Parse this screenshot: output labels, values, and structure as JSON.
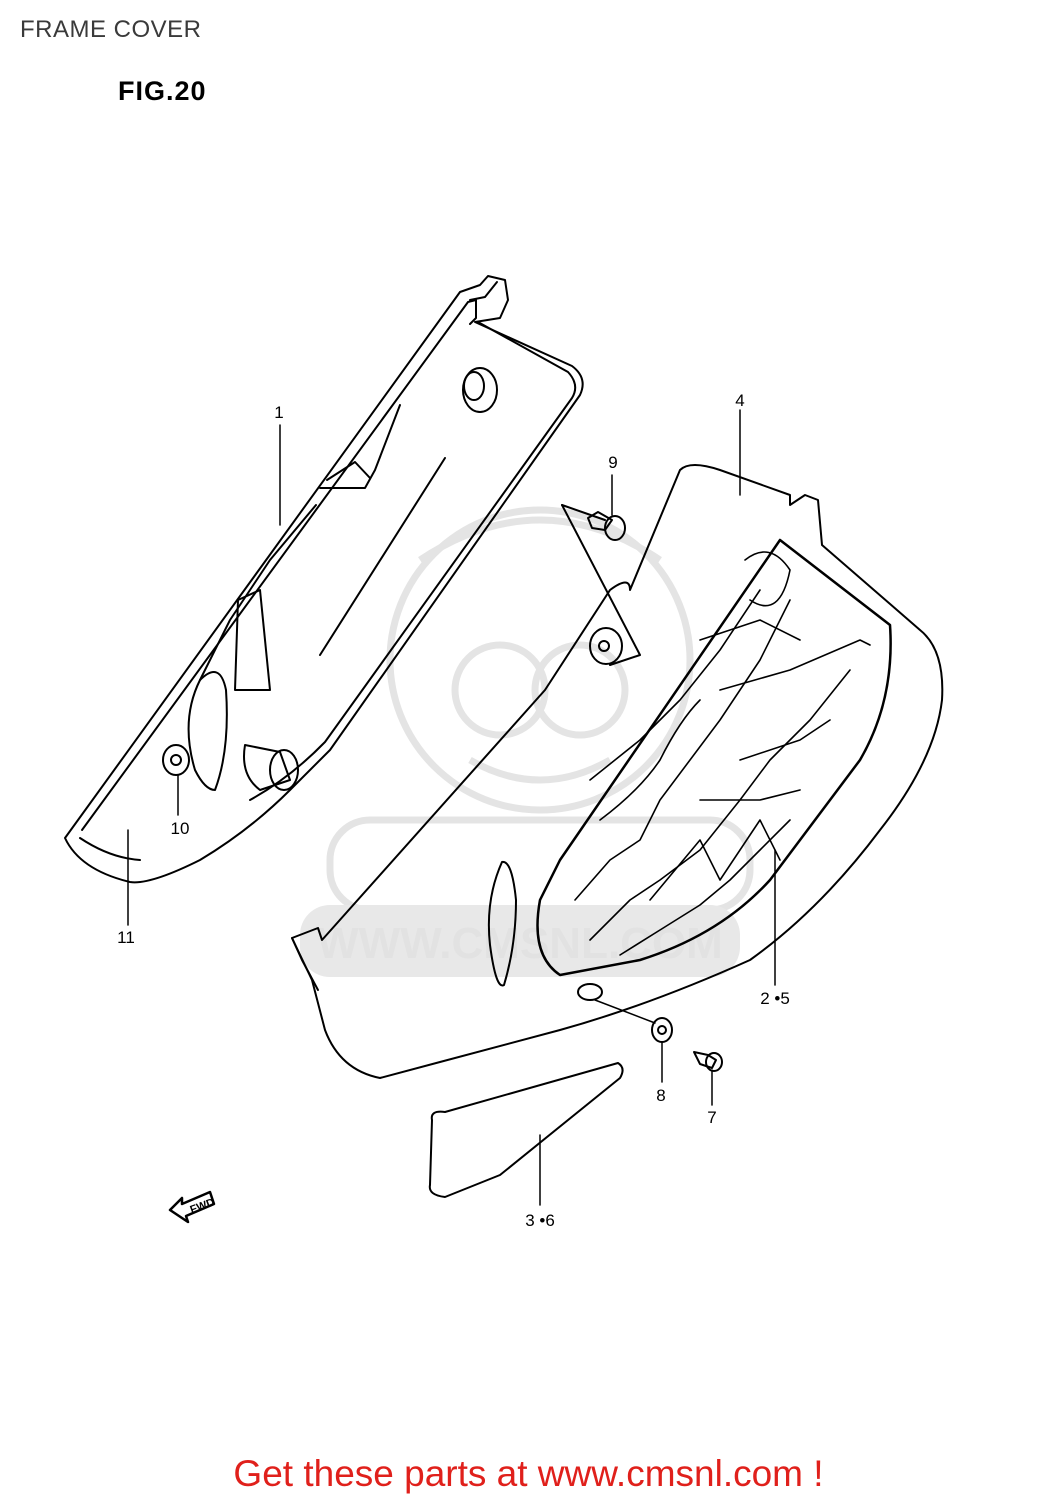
{
  "header": {
    "title": "FRAME COVER",
    "figure": "FIG.20"
  },
  "callouts": {
    "c1": "1",
    "c4": "4",
    "c9": "9",
    "c10": "10",
    "c11": "11",
    "c25": "2 •5",
    "c8": "8",
    "c7": "7",
    "c36": "3 •6"
  },
  "fwd_arrow": {
    "label": "FWD"
  },
  "watermark": {
    "text": "WWW.CMSNL.COM"
  },
  "footer": {
    "link_text": "Get these parts at www.cmsnl.com !"
  },
  "colors": {
    "footer": "#e0201b",
    "watermark": "#e2e2e2"
  }
}
